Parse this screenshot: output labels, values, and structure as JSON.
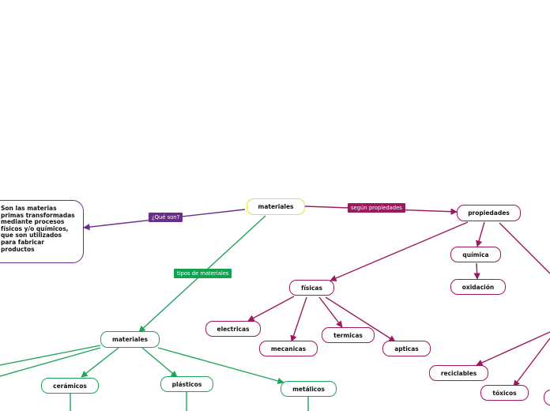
{
  "colors": {
    "magenta": "#9b1a5e",
    "green": "#1fa35b",
    "purple": "#6b2d8a",
    "yellow": "#f1dd3a"
  },
  "nodes": {
    "root": "materiales",
    "definition": "Son las materias primas transformadas mediante procesos físicos y/o químicos, que son utilizados para fabricar productos",
    "properties": "propiedades",
    "chemical": "química",
    "oxidation": "oxidación",
    "physical": "físicas",
    "electric": "electricas",
    "mechanic": "mecanicas",
    "thermal": "termicas",
    "optic": "apticas",
    "recyclable": "reciclables",
    "toxic": "tóxicos",
    "materials_types": "materiales",
    "ceramics": "cerámicos",
    "plastics": "plásticos",
    "metals": "metálicos"
  },
  "labels": {
    "what_are": "¿Qué son?",
    "by_properties": "según propiedades",
    "types": "tipos de materiales"
  }
}
